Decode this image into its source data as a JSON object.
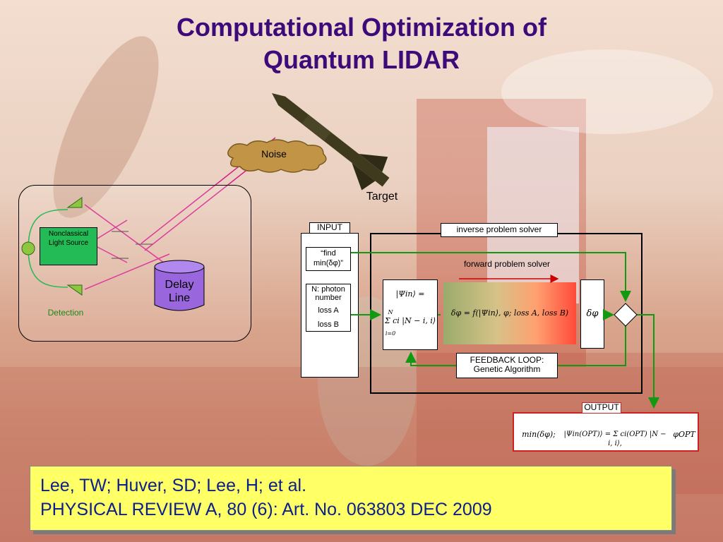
{
  "slide": {
    "title_line1": "Computational Optimization of",
    "title_line2": "Quantum LIDAR",
    "citation_line1": "Lee, TW; Huver, SD; Lee, H; et al.",
    "citation_line2": "PHYSICAL REVIEW A, 80 (6): Art. No. 063803 DEC 2009"
  },
  "setup": {
    "noise_label": "Noise",
    "target_label": "Target",
    "source_label": "Nonclassical Light Source",
    "delay_line_label": "Delay Line",
    "detection_label": "Detection"
  },
  "diagram": {
    "input_label": "INPUT",
    "find_label": "“find min(δφ)”",
    "n_photon_label": "N: photon number",
    "loss_a_label": "loss A",
    "loss_b_label": "loss B",
    "inverse_solver_label": "inverse problem solver",
    "forward_solver_label": "forward problem solver",
    "state_eq_line1": "|Ψin⟩ =",
    "state_eq_line2": "Σ ci |N − i, i⟩",
    "sum_upper": "N",
    "sum_lower": "i=0",
    "forward_eq": "δφ = f(|Ψin⟩, φ; loss A, loss B)",
    "delta_phi": "δφ",
    "feedback_label": "FEEDBACK LOOP: Genetic Algorithm",
    "output_label": "OUTPUT",
    "output_eq_1": "min(δφ);",
    "output_eq_2": "|Ψin(OPT)⟩ = Σ ci(OPT) |N − i, i⟩,",
    "output_eq_3": "φOPT"
  },
  "colors": {
    "title": "#3d0a7a",
    "beam": "#d81b8c",
    "arrow_green": "#119911",
    "arrow_red": "#cc0000",
    "source_green": "#22bb55",
    "mirror_green": "#8ec63f",
    "delay_purple": "#9966dd",
    "citation_bg": "#ffff66",
    "citation_text": "#0b1f8a",
    "output_border": "#cc2222"
  },
  "icons": [
    "missile-icon",
    "noise-cloud-icon",
    "mirror-icon",
    "delay-line-cylinder-icon",
    "decision-diamond-icon"
  ]
}
